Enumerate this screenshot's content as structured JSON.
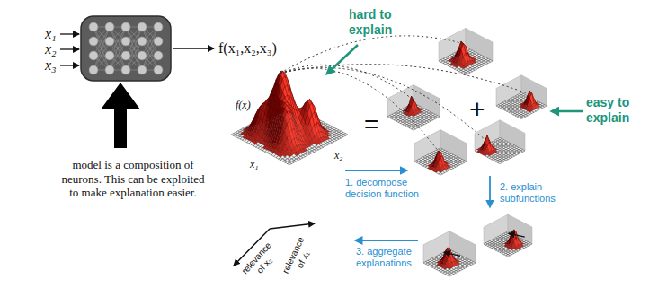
{
  "diagram": {
    "labels": [
      "x₁",
      "x₂",
      "x₃",
      "f(x₁,x₂,x₃)",
      "model is a composition of neurons. This can be exploited to make explanation easier.",
      "hard to explain",
      "easy to explain",
      "f(x)",
      "x₁",
      "x₂",
      "=",
      "+",
      "1. decompose decision function",
      "2. explain subfunctions",
      "3. aggregate explanations",
      "relevance of x₂",
      "relevance of x₁"
    ]
  }
}
